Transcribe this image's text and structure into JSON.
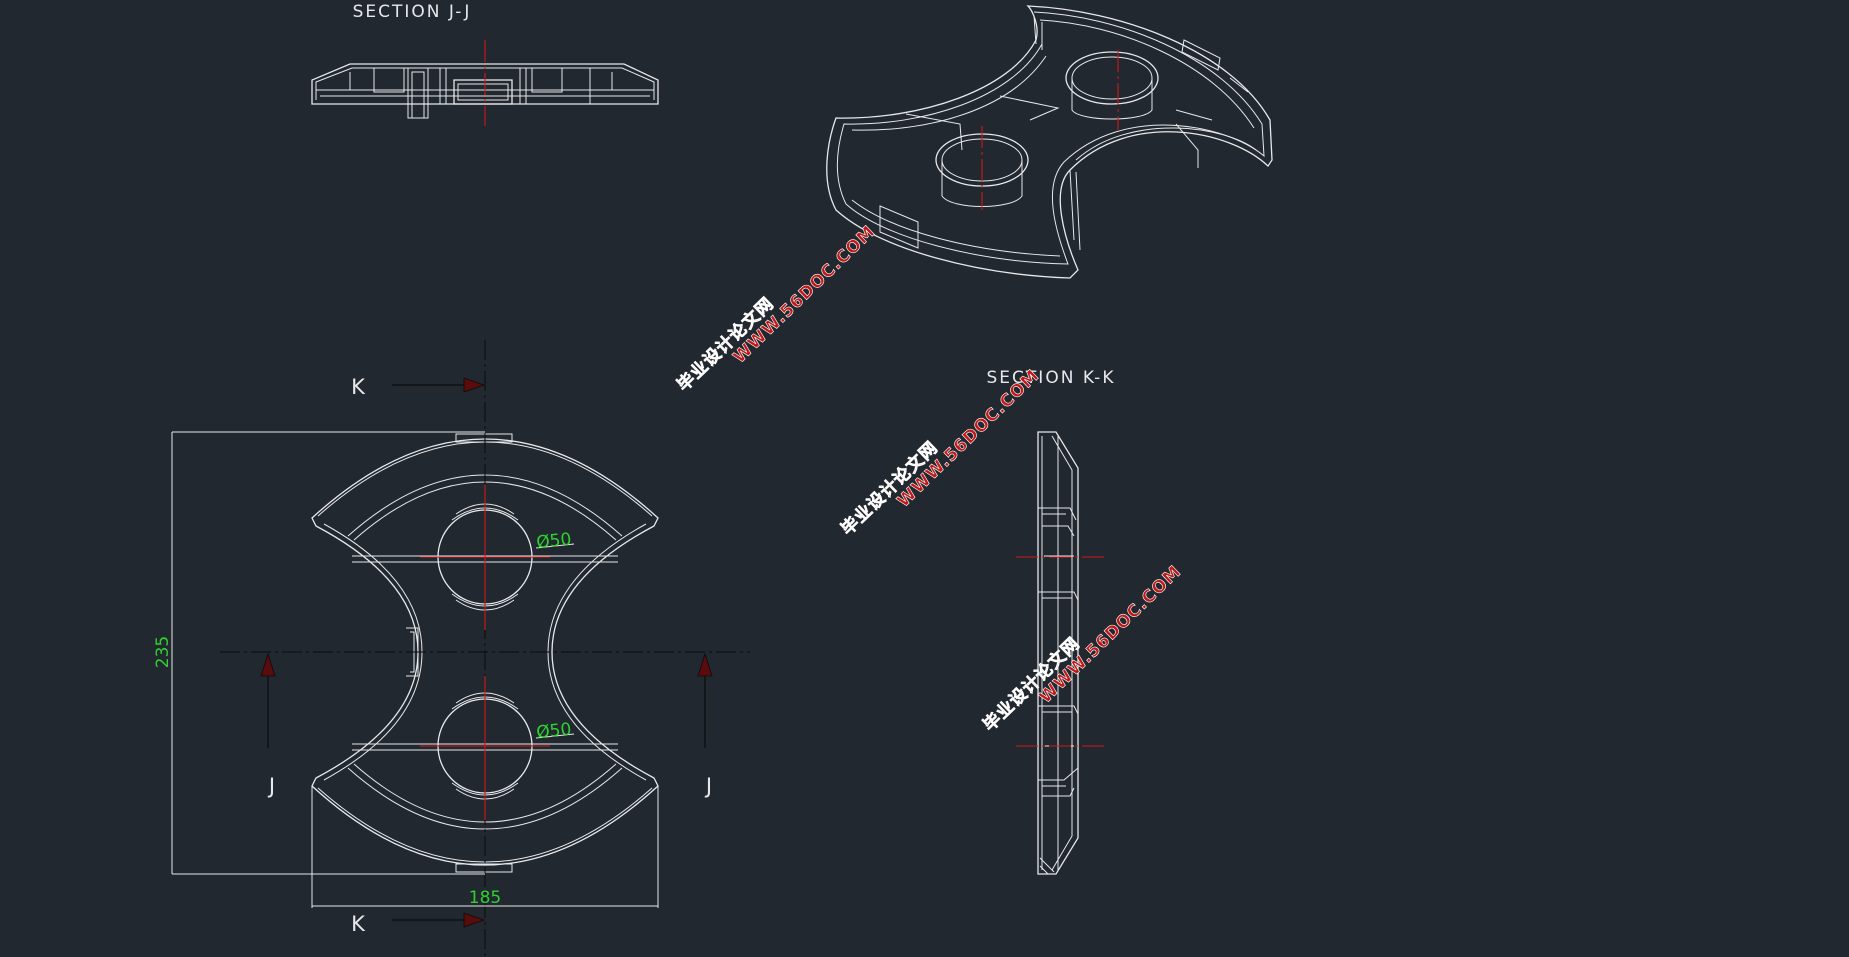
{
  "titles": {
    "section_j": "SECTION J-J",
    "section_k": "SECTION K-K"
  },
  "labels": {
    "k_top": "K",
    "k_bottom": "K",
    "j_left": "J",
    "j_right": "J"
  },
  "dimensions": {
    "height": "235",
    "width": "185",
    "hole_upper": "Ø50",
    "hole_lower": "Ø50"
  },
  "watermarks": [
    {
      "line1": "毕业设计论文网",
      "line2": "WWW.56DOC.COM"
    },
    {
      "line1": "毕业设计论文网",
      "line2": "WWW.56DOC.COM"
    },
    {
      "line1": "毕业设计论文网",
      "line2": "WWW.56DOC.COM"
    }
  ],
  "colors": {
    "background": "#212830",
    "line": "#e8e8ea",
    "centerline": "#d01818",
    "dimension_text": "#2ed12e",
    "watermark": "#c01818"
  }
}
